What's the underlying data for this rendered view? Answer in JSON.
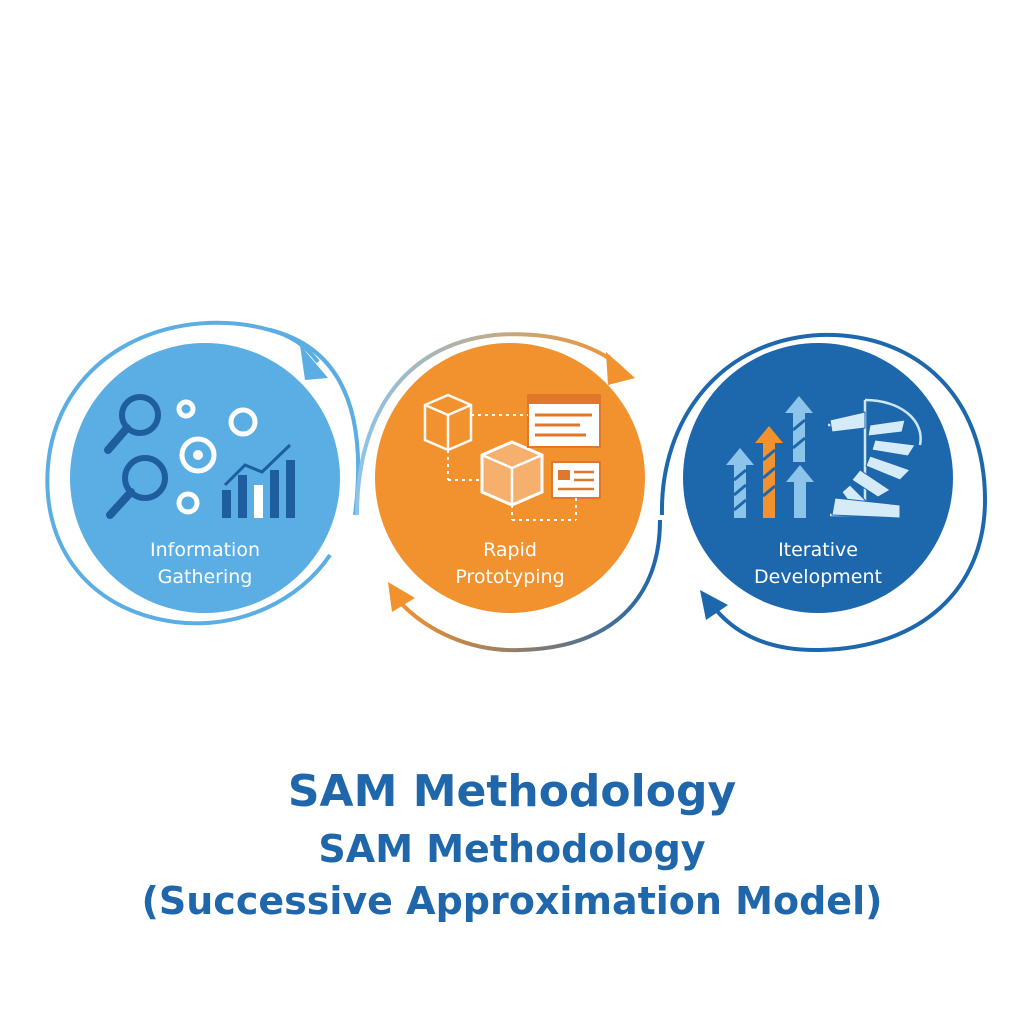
{
  "title": "SAM Methodology",
  "subtitle": "SAM Methodology",
  "subtitle_full": "(Successive Approximation Model)",
  "stages": [
    {
      "line1": "Information",
      "line2": "Gathering",
      "color": "#5aaee3",
      "icon": "magnifier-gears-chart-icon"
    },
    {
      "line1": "Rapid",
      "line2": "Prototyping",
      "color": "#f1922f",
      "icon": "cubes-wireframe-icon"
    },
    {
      "line1": "Iterative",
      "line2": "Development",
      "color": "#1d67ad",
      "icon": "arrows-spiral-stair-icon"
    }
  ],
  "colors": {
    "title": "#1f67aa",
    "light_blue": "#5aaee3",
    "orange": "#f1922f",
    "dark_blue": "#1d67ad",
    "background": "#ffffff"
  }
}
